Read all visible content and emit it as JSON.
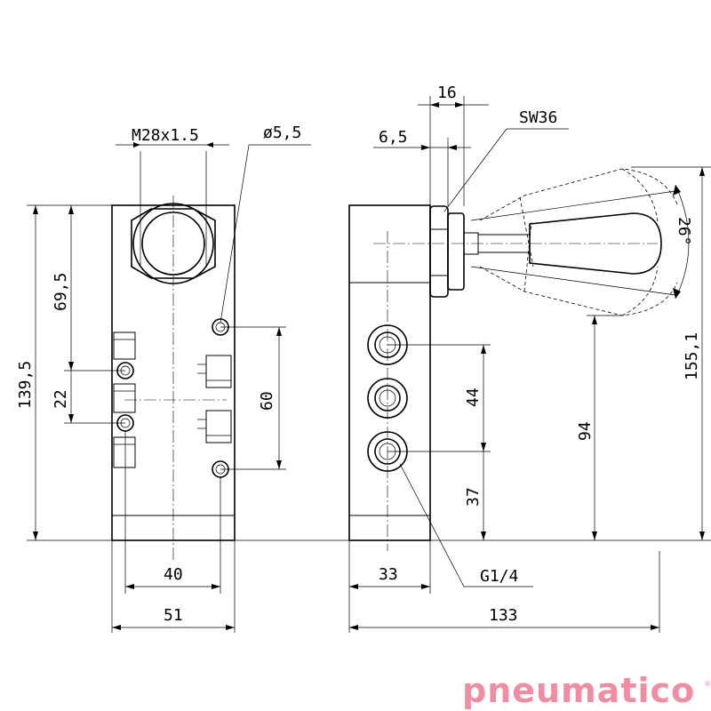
{
  "dimensions": {
    "front": {
      "thread": "M28x1.5",
      "hole_diameter": "ø5,5",
      "total_height": "139,5",
      "upper_height": "69,5",
      "pitch": "22",
      "hole_spacing": "60",
      "inner_width": "40",
      "width": "51"
    },
    "side": {
      "lever_width": "16",
      "nut_offset": "6,5",
      "wrench_size": "SW36",
      "angle": "26°",
      "overall_height": "155,1",
      "lever_height": "94",
      "port_spacing": "44",
      "port_base": "37",
      "base_width": "33",
      "port_thread": "G1/4",
      "overall_length": "133"
    }
  },
  "brand": {
    "name": "pneumatico",
    "registered": "®",
    "color": "#f28ca0"
  }
}
